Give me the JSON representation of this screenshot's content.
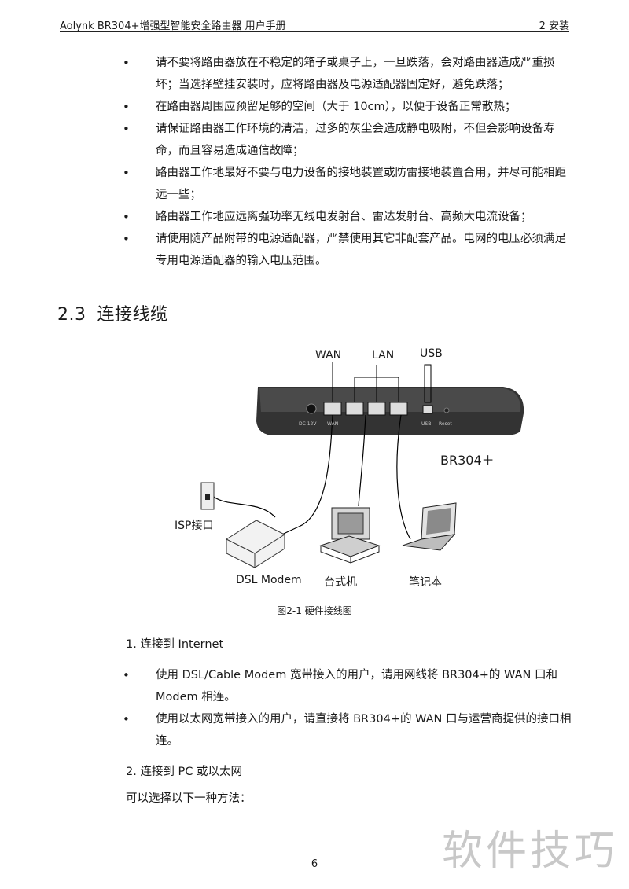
{
  "header": {
    "left": "Aolynk BR304+增强型智能安全路由器  用户手册",
    "right": "2  安装"
  },
  "top_bullets": [
    "请不要将路由器放在不稳定的箱子或桌子上，一旦跌落，会对路由器造成严重损坏；当选择壁挂安装时，应将路由器及电源适配器固定好，避免跌落；",
    "在路由器周围应预留足够的空间（大于 10cm），以便于设备正常散热；",
    "请保证路由器工作环境的清洁，过多的灰尘会造成静电吸附，不但会影响设备寿命，而且容易造成通信故障；",
    "路由器工作地最好不要与电力设备的接地装置或防雷接地装置合用，并尽可能相距远一些；",
    "路由器工作地应远离强功率无线电发射台、雷达发射台、高频大电流设备；",
    "请使用随产品附带的电源适配器，严禁使用其它非配套产品。电网的电压必须满足专用电源适配器的输入电压范围。"
  ],
  "section": {
    "number": "2.3",
    "title": "连接线缆"
  },
  "figure": {
    "wan": "WAN",
    "lan": "LAN",
    "usb": "USB",
    "model": "BR304＋",
    "isp": "ISP接口",
    "dsl": "DSL Modem",
    "desktop": "台式机",
    "laptop": "笔记本",
    "port_dc": "DC 12V",
    "port_wan": "WAN",
    "port_usb": "USB",
    "port_reset": "Reset",
    "caption": "图2-1  硬件接线图"
  },
  "sub1": {
    "title": "1. 连接到 Internet"
  },
  "bullets2": [
    "使用 DSL/Cable Modem 宽带接入的用户，请用网线将 BR304+的 WAN 口和 Modem 相连。",
    "使用以太网宽带接入的用户，请直接将 BR304+的 WAN 口与运营商提供的接口相连。"
  ],
  "sub2": {
    "title": "2. 连接到 PC 或以太网"
  },
  "plain": "可以选择以下一种方法：",
  "watermark": "软件技巧",
  "page_number": "6"
}
